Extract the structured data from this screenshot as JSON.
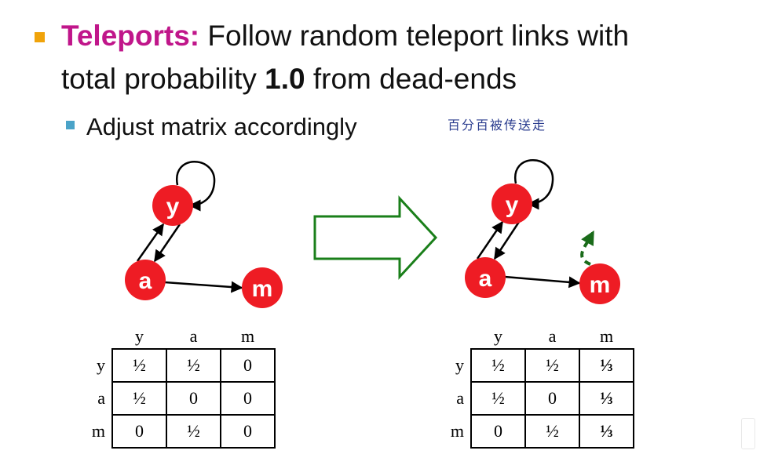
{
  "bullet": {
    "keyword": "Teleports:",
    "line1_rest": " Follow random teleport links with",
    "line2_pre": "total probability ",
    "line2_bold": "1.0",
    "line2_post": " from dead-ends"
  },
  "sub_bullet": "Adjust matrix accordingly",
  "handwritten_note": "百分百被传送走",
  "colors": {
    "keyword": "#c0168a",
    "bullet": "#f0a30a",
    "sub_bullet": "#4aa3c8",
    "node": "#ee1c24",
    "arrow": "#1a7f1a",
    "teleport": "#1a6b1a",
    "note": "#2b3d8f"
  },
  "graph_nodes": [
    "y",
    "a",
    "m"
  ],
  "matrix_left": {
    "cols": [
      "y",
      "a",
      "m"
    ],
    "rows": [
      {
        "label": "y",
        "cells": [
          "½",
          "½",
          "0"
        ]
      },
      {
        "label": "a",
        "cells": [
          "½",
          "0",
          "0"
        ]
      },
      {
        "label": "m",
        "cells": [
          "0",
          "½",
          "0"
        ]
      }
    ]
  },
  "matrix_right": {
    "cols": [
      "y",
      "a",
      "m"
    ],
    "rows": [
      {
        "label": "y",
        "cells": [
          "½",
          "½",
          "⅓"
        ]
      },
      {
        "label": "a",
        "cells": [
          "½",
          "0",
          "⅓"
        ]
      },
      {
        "label": "m",
        "cells": [
          "0",
          "½",
          "⅓"
        ]
      }
    ]
  },
  "icons": {
    "transform_arrow": "right-outline-arrow-icon",
    "teleport": "dashed-curved-arrow-icon"
  }
}
